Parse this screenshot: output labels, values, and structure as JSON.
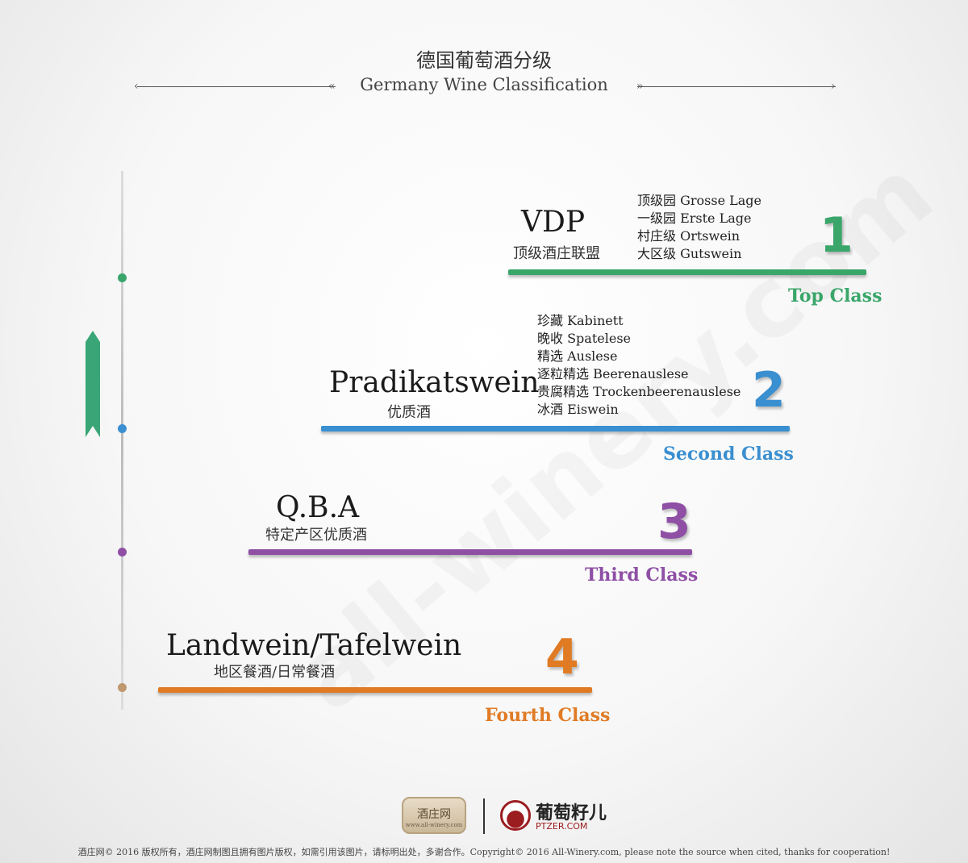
{
  "title_cn": "德国葡萄酒分级",
  "title_en": "Germany Wine Classification",
  "colors": {
    "green": "#3aa66a",
    "blue": "#3a8fd0",
    "purple": "#8e4fa5",
    "orange": "#e07b24",
    "ribbon": "#3aa677",
    "dot_bottom": "#c09870"
  },
  "levels": [
    {
      "name": "VDP",
      "name_cn": "顶级酒庄联盟",
      "number": "1",
      "class_label": "Top Class",
      "subs": [
        "顶级园 Grosse Lage",
        "一级园 Erste Lage",
        "村庄级 Ortswein",
        "大区级 Gutswein"
      ]
    },
    {
      "name": "Pradikatswein",
      "name_cn": "优质酒",
      "number": "2",
      "class_label": "Second Class",
      "subs": [
        "珍藏 Kabinett",
        "晚收 Spatelese",
        "精选 Auslese",
        "逐粒精选 Beerenauslese",
        "贵腐精选 Trockenbeerenauslese",
        "冰酒 Eiswein"
      ]
    },
    {
      "name": "Q.B.A",
      "name_cn": "特定产区优质酒",
      "number": "3",
      "class_label": "Third Class"
    },
    {
      "name": "Landwein/Tafelwein",
      "name_cn": "地区餐酒/日常餐酒",
      "number": "4",
      "class_label": "Fourth Class"
    }
  ],
  "watermark": "all-winery.com",
  "footer": {
    "seal_cn": "酒庄网",
    "seal_url": "www.all-winery.com",
    "ptzer_cn": "葡萄籽儿",
    "ptzer_en": "PTZER.COM",
    "copyright": "酒庄网© 2016 版权所有，酒庄网制图且拥有图片版权，如需引用该图片，请标明出处，多谢合作。Copyright© 2016 All-Winery.com, please note  the source when cited, thanks for cooperation!"
  }
}
